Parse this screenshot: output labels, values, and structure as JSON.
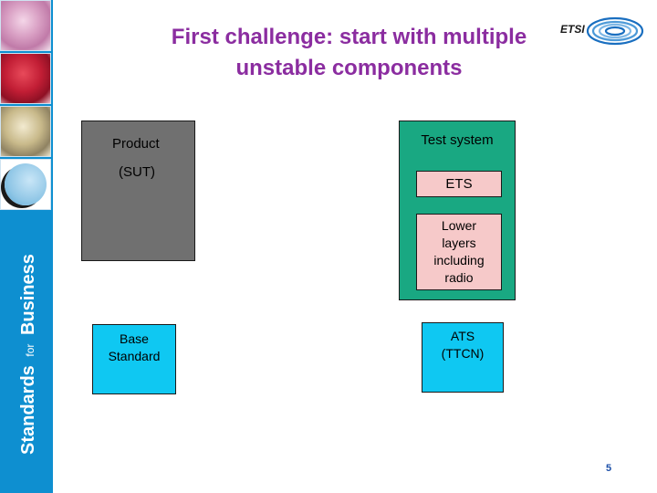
{
  "slide": {
    "title_line1": "First challenge: start with multiple",
    "title_line2": "unstable components",
    "page_number": "5"
  },
  "logo": {
    "text": "ETSI"
  },
  "sidebar": {
    "tagline_part1": "Standards",
    "tagline_part2": "for",
    "tagline_part3": "Business"
  },
  "diagram": {
    "product_line1": "Product",
    "product_line2": "(SUT)",
    "test_system": "Test system",
    "ets": "ETS",
    "lower_layers_line1": "Lower",
    "lower_layers_line2": "layers",
    "lower_layers_line3": "including",
    "lower_layers_line4": "radio",
    "base_standard_line1": "Base",
    "base_standard_line2": "Standard",
    "ats_line1": "ATS",
    "ats_line2": "(TTCN)"
  },
  "colors": {
    "title": "#8b2da0",
    "sidebar": "#0e8fd0",
    "product_box": "#707070",
    "test_system_box": "#19a882",
    "ets_box": "#f6c9c9",
    "standard_box": "#0fc8f2"
  },
  "icons": [
    "etsi-logo-icon",
    "globe-icon"
  ]
}
